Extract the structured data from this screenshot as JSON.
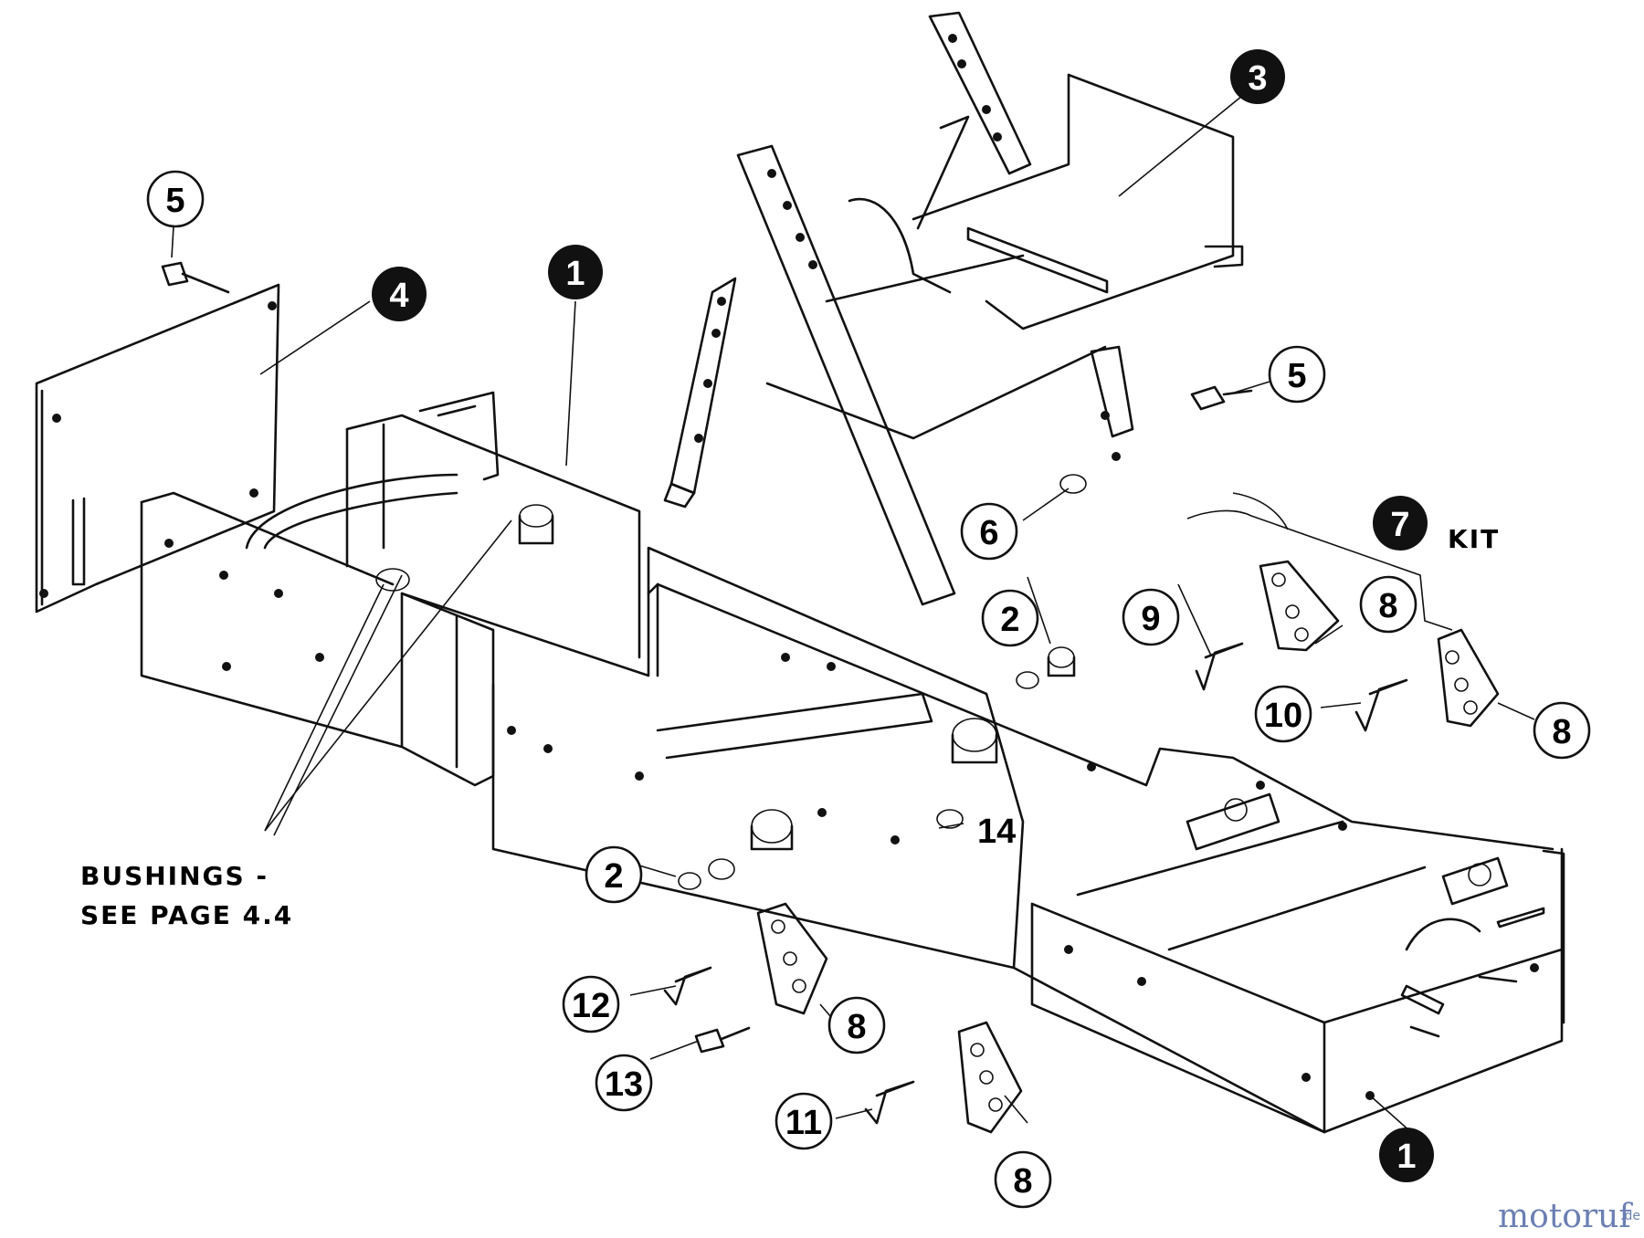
{
  "diagram": {
    "callouts_open": [
      {
        "id": "c5a",
        "label": "5"
      },
      {
        "id": "c5b",
        "label": "5"
      },
      {
        "id": "c6",
        "label": "6"
      },
      {
        "id": "c2a",
        "label": "2"
      },
      {
        "id": "c2b",
        "label": "2"
      },
      {
        "id": "c9",
        "label": "9"
      },
      {
        "id": "c8a",
        "label": "8"
      },
      {
        "id": "c8b",
        "label": "8"
      },
      {
        "id": "c8c",
        "label": "8"
      },
      {
        "id": "c8d",
        "label": "8"
      },
      {
        "id": "c10",
        "label": "10"
      },
      {
        "id": "c12",
        "label": "12"
      },
      {
        "id": "c13",
        "label": "13"
      },
      {
        "id": "c11",
        "label": "11"
      }
    ],
    "callouts_filled": [
      {
        "id": "f1a",
        "label": "1"
      },
      {
        "id": "f1b",
        "label": "1"
      },
      {
        "id": "f3",
        "label": "3"
      },
      {
        "id": "f4",
        "label": "4"
      },
      {
        "id": "f7",
        "label": "7"
      }
    ],
    "plain_labels": {
      "part14": "14",
      "kit": "KIT"
    },
    "note": {
      "line1": "BUSHINGS -",
      "line2": "SEE PAGE 4.4"
    }
  },
  "watermark": {
    "brand": "motoruf",
    "suffix": ".de"
  }
}
